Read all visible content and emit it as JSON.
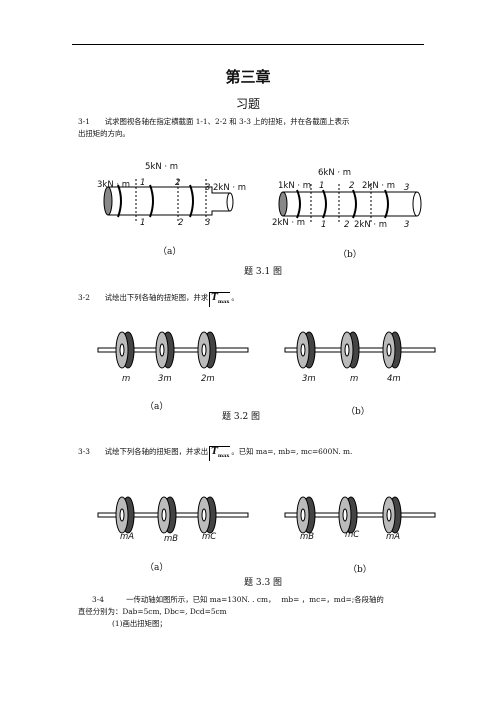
{
  "header": {
    "chapter": "第三章",
    "subtitle": "习题"
  },
  "p31": {
    "line1": "3-1　　试求图视各轴在指定横截面 1-1、2-2 和 3-3 上的扭矩，并在各截面上表示",
    "line2": "出扭矩的方向。"
  },
  "fig31": {
    "a": {
      "label1": "5kN · m",
      "label2": "3kN · m",
      "label3": "2kN · m",
      "caption": "（a）",
      "sec": [
        "1",
        "2",
        "3",
        "1",
        "2",
        "3"
      ]
    },
    "b": {
      "label_top": "6kN · m",
      "label1": "1kN · m",
      "label2": "2kN · m",
      "label3": "2kN · m",
      "label4": "2kN · m",
      "caption": "（b）",
      "sec": [
        "1",
        "2",
        "3",
        "1",
        "2",
        "3"
      ]
    },
    "title": "题 3.1 图"
  },
  "p32": {
    "text": "3-2　　试绘出下列各轴的扭矩图，并求",
    "sym": "T",
    "sub": "max",
    "tail": "。"
  },
  "fig32": {
    "a_labels": [
      "m",
      "3m",
      "2m"
    ],
    "b_labels": [
      "3m",
      "m",
      "4m"
    ],
    "cap_a": "（a）",
    "cap_b": "（b）",
    "title": "题 3.2 图"
  },
  "p33": {
    "text": "3-3　　试绘下列各轴的扭矩图，并求出",
    "sym": "T",
    "sub": "max",
    "tail": "。已知 ma=, mb=, mc=600N. m."
  },
  "fig33": {
    "a_labels": [
      "mA",
      "mB",
      "mC"
    ],
    "b_labels": [
      "mB",
      "mC",
      "mA"
    ],
    "cap_a": "（a）",
    "cap_b": "（b）",
    "title": "题 3.3 图"
  },
  "p34": {
    "line1": "3-4　　　一传动轴如图所示，已知 ma=130N. . cm，　 mb= ，mc=，md=;各段轴的",
    "line2": "直径分别为：Dab=5cm, Dbc=, Dcd=5cm",
    "line3": "(1)画出扭矩图；"
  }
}
